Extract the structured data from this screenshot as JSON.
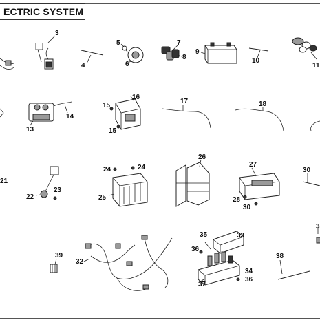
{
  "title": "ECTRIC SYSTEM",
  "callouts": [
    "3",
    "4",
    "5",
    "6",
    "7",
    "8",
    "9",
    "10",
    "11",
    "13",
    "14",
    "15",
    "15",
    "16",
    "17",
    "18",
    "21",
    "22",
    "23",
    "24",
    "24",
    "25",
    "26",
    "27",
    "28",
    "30",
    "30",
    "32",
    "33",
    "34",
    "35",
    "36",
    "36",
    "37",
    "38",
    "39"
  ]
}
